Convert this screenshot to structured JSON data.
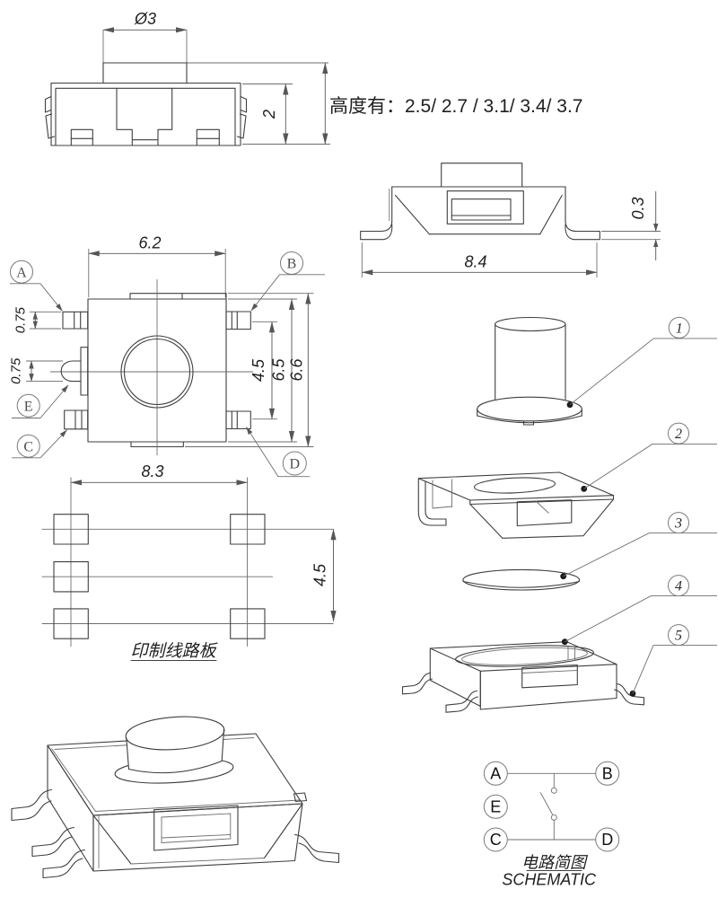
{
  "front_view": {
    "dim_diameter": "Ø3",
    "dim_body_height": "2",
    "height_options": "高度有：2.5/ 2.7 / 3.1/ 3.4/ 3.7"
  },
  "side_view": {
    "dim_width": "8.4",
    "dim_lead_thickness": "0.3"
  },
  "top_view": {
    "dim_width": "6.2",
    "dim_lead_width": "0.75",
    "dim_center_lead_width": "0.75",
    "dim_lead_span": "4.5",
    "dim_body_width": "6.5",
    "dim_overall_width": "6.6",
    "terminals": {
      "a": "A",
      "b": "B",
      "c": "C",
      "d": "D",
      "e": "E"
    }
  },
  "pcb_layout": {
    "dim_pad_span": "8.3",
    "dim_pad_height": "4.5",
    "caption": "印制线路板"
  },
  "exploded_view": {
    "parts": [
      "1",
      "2",
      "3",
      "4",
      "5"
    ]
  },
  "schematic": {
    "terminals": {
      "a": "A",
      "b": "B",
      "c": "C",
      "d": "D",
      "e": "E"
    },
    "caption_cn": "电路简图",
    "caption_en": "SCHEMATIC"
  },
  "colors": {
    "line": "#3f3f3f",
    "background": "#ffffff"
  }
}
